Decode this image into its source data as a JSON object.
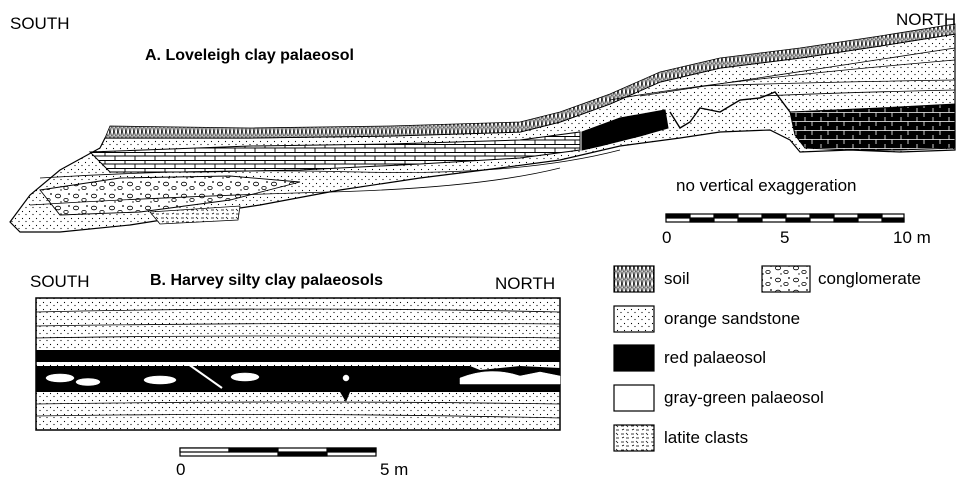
{
  "panel_a": {
    "south_label": "SOUTH",
    "north_label": "NORTH",
    "title": "A. Loveleigh clay palaeosol",
    "note": "no vertical exaggeration",
    "scale_ticks": [
      "0",
      "5",
      "10 m"
    ]
  },
  "panel_b": {
    "south_label": "SOUTH",
    "north_label": "NORTH",
    "title": "B. Harvey silty clay palaeosols",
    "scale_ticks": [
      "0",
      "5 m"
    ]
  },
  "legend": {
    "items": [
      {
        "label": "soil",
        "pattern": "soil"
      },
      {
        "label": "conglomerate",
        "pattern": "conglomerate"
      },
      {
        "label": "orange sandstone",
        "pattern": "sand"
      },
      {
        "label": "red palaeosol",
        "pattern": "solid"
      },
      {
        "label": "gray-green palaeosol",
        "pattern": "blank"
      },
      {
        "label": "latite clasts",
        "pattern": "latite"
      }
    ]
  },
  "colors": {
    "ink": "#000000",
    "paper": "#ffffff"
  }
}
